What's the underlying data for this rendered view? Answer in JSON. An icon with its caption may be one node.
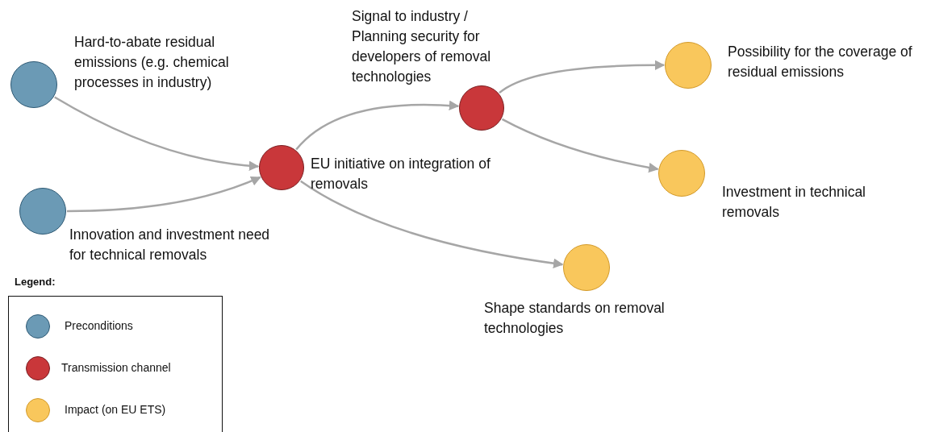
{
  "diagram": {
    "nodes": [
      {
        "text": [
          "Hard-to-abate residual emissions (e.g. chemical processes in industry)"
        ]
      },
      {
        "text": [
          "Innovation and investment need for technical removals"
        ]
      },
      {
        "text": [
          "EU initiative on integration of removals"
        ]
      },
      {
        "text": [
          "Signal to industry / Planning security for developers of removal technologies"
        ]
      },
      {
        "text": [
          "Possibility for the coverage of residual emissions"
        ]
      },
      {
        "text": [
          "Investment in technical removals"
        ]
      },
      {
        "text": [
          "Shape standards on removal technologies"
        ]
      }
    ],
    "edges": [
      {
        "from": 0,
        "to": 2,
        "arrow": "to"
      },
      {
        "from": 1,
        "to": 2,
        "arrow": "to"
      },
      {
        "from": 2,
        "to": 3,
        "arrow": "to"
      },
      {
        "from": 2,
        "to": 6,
        "arrow": "to"
      },
      {
        "from": 3,
        "to": 4,
        "arrow": "to"
      },
      {
        "from": 3,
        "to": 5,
        "arrow": "to"
      }
    ],
    "labels": [
      "Legend:"
    ],
    "legend": [
      {
        "text": "Preconditions",
        "color": "#6b9ab5"
      },
      {
        "text": "Transmission channel",
        "color": "#c9373a"
      },
      {
        "text": "Impact (on EU ETS)",
        "color": "#f9c75c"
      }
    ]
  }
}
